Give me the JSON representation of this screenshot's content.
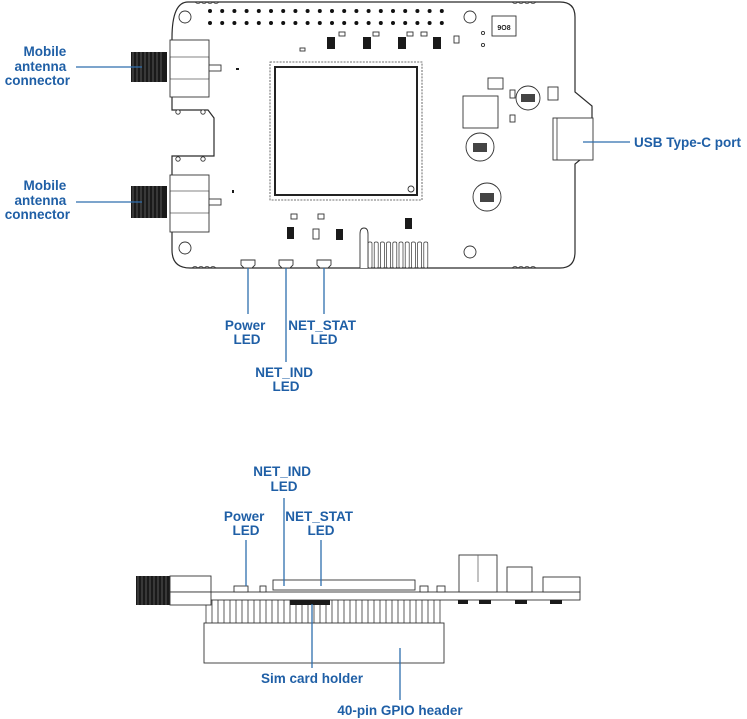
{
  "diagram": {
    "title": "",
    "colors": {
      "label": "#1f5fa6",
      "leader": "#2e6ead",
      "outline": "#2b2b2b"
    },
    "top_view": {
      "labels": {
        "antenna1": [
          "Mobile",
          "antenna",
          "connector"
        ],
        "antenna2": [
          "Mobile",
          "antenna",
          "connector"
        ],
        "usb": "USB Type-C port",
        "power_led": [
          "Power",
          "LED"
        ],
        "net_ind_led": [
          "NET_IND",
          "LED"
        ],
        "net_stat_led": [
          "NET_STAT",
          "LED"
        ]
      },
      "chip_marking": "9O8"
    },
    "side_view": {
      "labels": {
        "net_ind_led": [
          "NET_IND",
          "LED"
        ],
        "power_led": [
          "Power",
          "LED"
        ],
        "net_stat_led": [
          "NET_STAT",
          "LED"
        ],
        "sim": "Sim card holder",
        "gpio": "40-pin GPIO header"
      }
    }
  }
}
